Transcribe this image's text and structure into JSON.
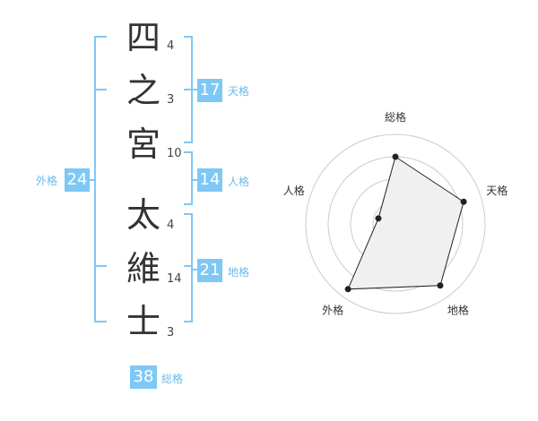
{
  "name": {
    "chars": [
      "四",
      "之",
      "宮",
      "太",
      "維",
      "士"
    ],
    "strokes": [
      "4",
      "3",
      "10",
      "4",
      "14",
      "3"
    ]
  },
  "fortunes": {
    "tenkaku": {
      "value": "17",
      "label": "天格"
    },
    "jinkaku": {
      "value": "14",
      "label": "人格"
    },
    "chikaku": {
      "value": "21",
      "label": "地格"
    },
    "gaikaku": {
      "value": "24",
      "label": "外格"
    },
    "soukaku": {
      "value": "38",
      "label": "総格"
    }
  },
  "chart_data": {
    "type": "radar",
    "axes": [
      "総格",
      "天格",
      "地格",
      "外格",
      "人格"
    ],
    "values": [
      0.75,
      0.8,
      0.85,
      0.9,
      0.2
    ],
    "rings": 4,
    "colors": {
      "fill": "#f0f0f0",
      "stroke": "#222222",
      "grid": "#cccccc"
    }
  }
}
